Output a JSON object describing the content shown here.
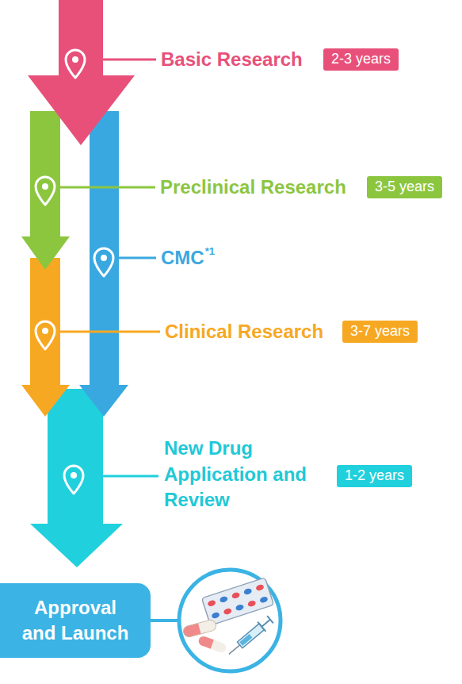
{
  "diagram": {
    "nodes": [
      {
        "text": [
          "2-3 years"
        ]
      },
      {
        "text": [
          "3-5 years"
        ]
      },
      {
        "text": [
          "3-7 years"
        ]
      },
      {
        "text": [
          "1-2 years"
        ]
      },
      {
        "text": [
          "Approval and Launch"
        ]
      }
    ],
    "labels": [
      "Basic Research",
      "Preclinical Research",
      "CMC",
      "*1",
      "Clinical Research",
      "New Drug Application and Review"
    ]
  }
}
